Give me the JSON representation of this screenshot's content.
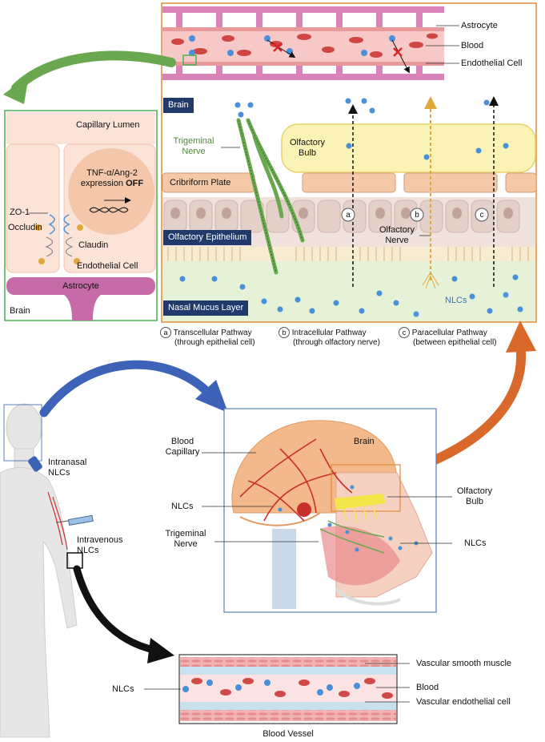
{
  "top_panel": {
    "astrocyte": "Astrocyte",
    "blood": "Blood",
    "endothelial_cell": "Endothelial Cell",
    "brain": "Brain",
    "trigeminal_nerve": [
      "Trigeminal",
      "Nerve"
    ],
    "olfactory_bulb": [
      "Olfactory",
      "Bulb"
    ],
    "cribriform_plate": "Cribriform Plate",
    "olfactory_epithelium": "Olfactory Epithelium",
    "olfactory_nerve": [
      "Olfactory",
      "Nerve"
    ],
    "nasal_mucus_layer": "Nasal Mucus Layer",
    "nlcs": "NLCs",
    "markers": [
      "a",
      "b",
      "c"
    ],
    "pathways": [
      {
        "marker": "a",
        "title": "Transcellular Pathway",
        "sub": "(through epithelial cell)"
      },
      {
        "marker": "b",
        "title": "Intracellular Pathway",
        "sub": "(through olfactory nerve)"
      },
      {
        "marker": "c",
        "title": "Paracellular Pathway",
        "sub": "(between epithelial cell)"
      }
    ]
  },
  "left_panel": {
    "capillary_lumen": "Capillary Lumen",
    "expression_line1": "TNF-α/Ang-2",
    "expression_line2": "expression",
    "expression_off": "OFF",
    "zo1": "ZO-1",
    "occludin": "Occludin",
    "claudin": "Claudin",
    "endothelial_cell": "Endothelial Cell",
    "astrocyte": "Astrocyte",
    "brain": "Brain"
  },
  "body": {
    "intranasal": [
      "Intranasal",
      "NLCs"
    ],
    "intravenous": [
      "Intravenous",
      "NLCs"
    ]
  },
  "head_panel": {
    "blood_capillary": [
      "Blood",
      "Capillary"
    ],
    "brain": "Brain",
    "nlcs_left": "NLCs",
    "trigeminal_nerve": [
      "Trigeminal",
      "Nerve"
    ],
    "olfactory_bulb": [
      "Olfactory",
      "Bulb"
    ],
    "nlcs_right": "NLCs"
  },
  "vessel_panel": {
    "nlcs": "NLCs",
    "smooth_muscle": "Vascular smooth muscle",
    "blood": "Blood",
    "endothelial": "Vascular endothelial cell",
    "caption": "Blood Vessel"
  },
  "colors": {
    "orange_border": "#e08a3c",
    "green_border": "#4caf50",
    "blue_border": "#5b7fb5",
    "dark_label": "#1f3a6b",
    "nlc_blue": "#4a90d9",
    "rbc_red": "#c9302c",
    "astrocyte_purple": "#c76aa8",
    "green_arrow": "#6aa84f",
    "blue_arrow": "#3d62b8",
    "orange_arrow": "#d9692a"
  }
}
